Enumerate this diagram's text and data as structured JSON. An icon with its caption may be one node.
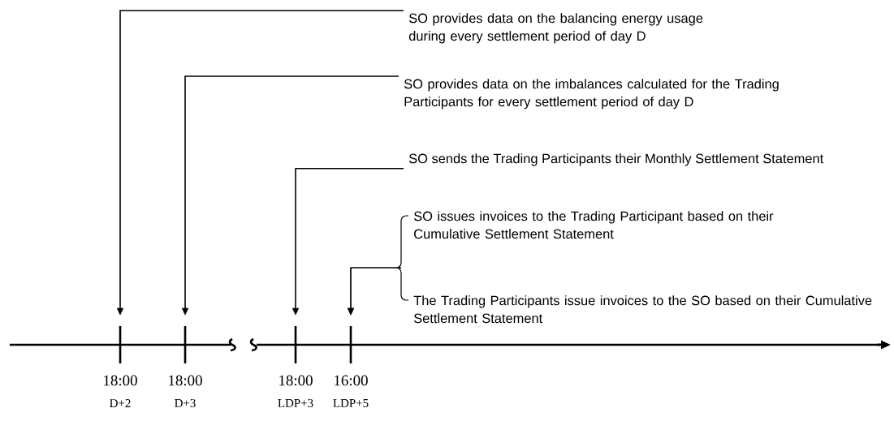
{
  "diagram": {
    "nodes": [
      {
        "text": [
          "SO provides data on the balancing energy usage during every settlement period of day D"
        ]
      },
      {
        "text": [
          "SO provides data on the imbalances calculated for the Trading Participants for every settlement period of day D"
        ]
      },
      {
        "text": [
          "SO sends the Trading Participants their Monthly Settlement Statement"
        ]
      },
      {
        "text": [
          "SO issues invoices to the Trading Participant based on their Cumulative Settlement Statement"
        ]
      },
      {
        "text": [
          "The Trading Participants issue invoices to the SO based on their Cumulative Settlement Statement"
        ]
      },
      {
        "text": [],
        "shape": "bar",
        "beside": [
          "18:00",
          "D+2"
        ]
      },
      {
        "text": [],
        "shape": "bar",
        "beside": [
          "18:00",
          "D+3"
        ]
      },
      {
        "text": [],
        "shape": "bar",
        "beside": [
          "18:00",
          "LDP+3"
        ]
      },
      {
        "text": [],
        "shape": "bar",
        "beside": [
          "16:00",
          "LDP+5"
        ]
      }
    ],
    "edges": [
      {
        "from": 0,
        "to": 5,
        "arrow": "to"
      },
      {
        "from": 1,
        "to": 6,
        "arrow": "to"
      },
      {
        "from": 2,
        "to": 7,
        "arrow": "to"
      },
      {
        "from": 3,
        "to": 8,
        "arrow": "to"
      },
      {
        "from": 4,
        "to": 8,
        "arrow": "to"
      }
    ]
  }
}
